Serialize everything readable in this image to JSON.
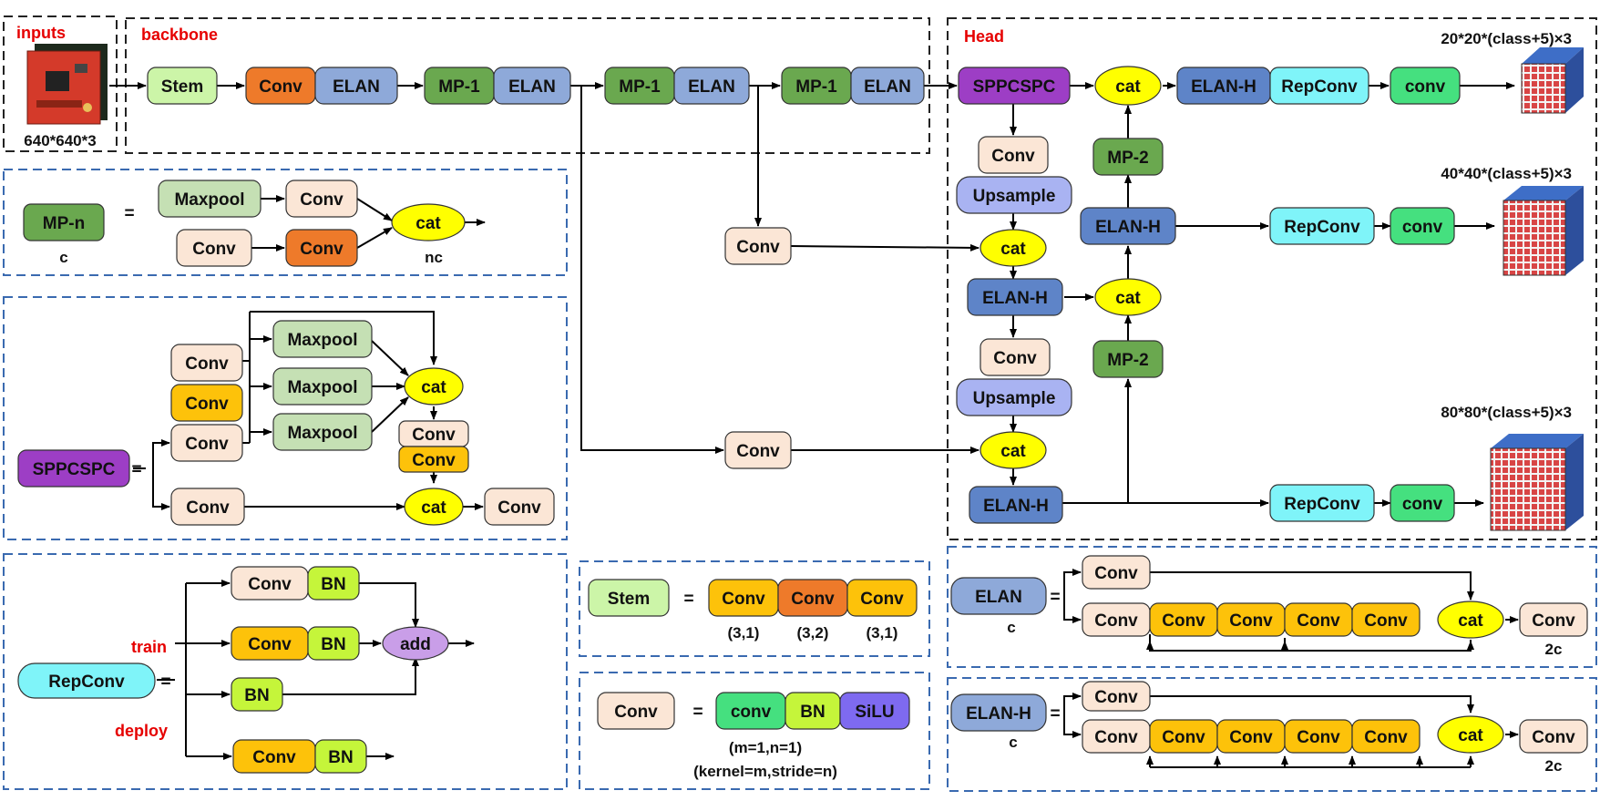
{
  "sections": {
    "inputs": "inputs",
    "backbone": "backbone",
    "head": "Head",
    "input_size": "640*640*3",
    "out_20": "20*20*(class+5)×3",
    "out_40": "40*40*(class+5)×3",
    "out_80": "80*80*(class+5)×3"
  },
  "labels": {
    "stem": "Stem",
    "conv": "Conv",
    "conv_lower": "conv",
    "elan": "ELAN",
    "elan_h": "ELAN-H",
    "mp1": "MP-1",
    "mp2": "MP-2",
    "mpn": "MP-n",
    "sppcspc": "SPPCSPC",
    "cat": "cat",
    "upsample": "Upsample",
    "repconv": "RepConv",
    "maxpool": "Maxpool",
    "bn": "BN",
    "add": "add",
    "silu": "SiLU",
    "eq": "=",
    "c": "c",
    "nc": "nc",
    "two_c": "2c",
    "train": "train",
    "deploy": "deploy",
    "k31": "(3,1)",
    "k32": "(3,2)",
    "mn": "(m=1,n=1)",
    "kernel_stride": "(kernel=m,stride=n)"
  },
  "colors": {
    "stem": "#ccf5a8",
    "conv": "#fbe6d6",
    "conv_orange": "#ee7a2a",
    "conv_yellow": "#fdc20a",
    "elan": "#8ea9d9",
    "elan_h": "#5e84c8",
    "mp": "#6aa84f",
    "sppcspc": "#9d3ec5",
    "cat": "#ffff00",
    "upsample": "#a9b3f2",
    "repconv": "#7ff4f9",
    "conv_green": "#45e07f",
    "maxpool": "#c5e0b4",
    "bn": "#c5f53a",
    "add": "#c99ee8",
    "silu": "#7e6af0",
    "dash_black": "#222222",
    "dash_blue": "#3a6ab0",
    "red_text": "#e60000"
  },
  "icons": {
    "input_image": "circuit-board-image",
    "output_tensor": "feature-map-cube-icon"
  }
}
